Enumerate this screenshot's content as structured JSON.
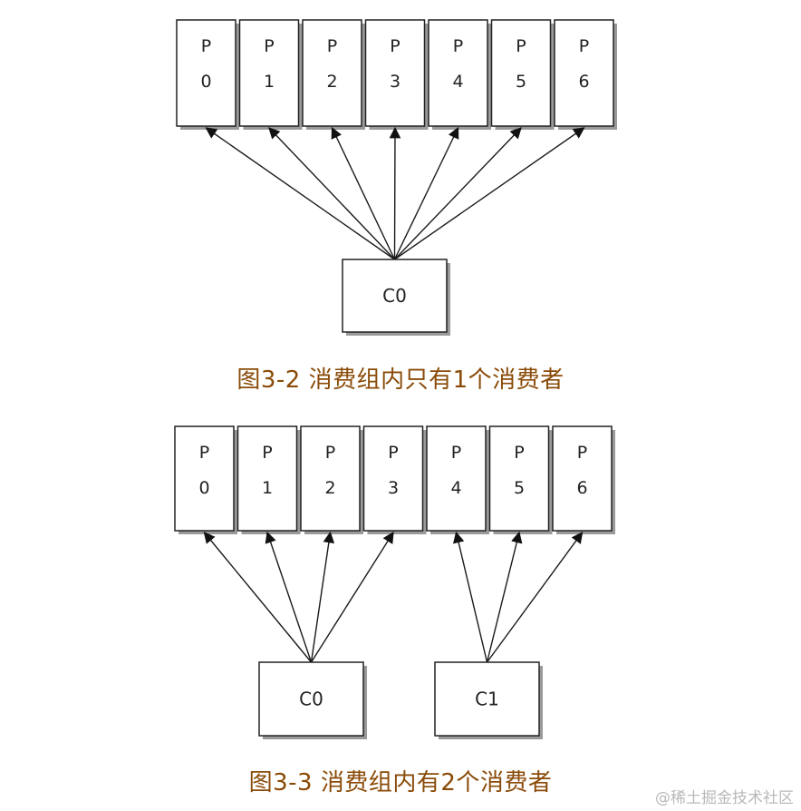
{
  "figure1": {
    "partitions": [
      {
        "top": "P",
        "bottom": "0"
      },
      {
        "top": "P",
        "bottom": "1"
      },
      {
        "top": "P",
        "bottom": "2"
      },
      {
        "top": "P",
        "bottom": "3"
      },
      {
        "top": "P",
        "bottom": "4"
      },
      {
        "top": "P",
        "bottom": "5"
      },
      {
        "top": "P",
        "bottom": "6"
      }
    ],
    "consumers": [
      "C0"
    ],
    "assignment": [
      [
        0,
        1,
        2,
        3,
        4,
        5,
        6
      ]
    ],
    "caption": "图3-2 消费组内只有1个消费者"
  },
  "figure2": {
    "partitions": [
      {
        "top": "P",
        "bottom": "0"
      },
      {
        "top": "P",
        "bottom": "1"
      },
      {
        "top": "P",
        "bottom": "2"
      },
      {
        "top": "P",
        "bottom": "3"
      },
      {
        "top": "P",
        "bottom": "4"
      },
      {
        "top": "P",
        "bottom": "5"
      },
      {
        "top": "P",
        "bottom": "6"
      }
    ],
    "consumers": [
      "C0",
      "C1"
    ],
    "assignment": [
      [
        0,
        1,
        2,
        3
      ],
      [
        4,
        5,
        6
      ]
    ],
    "caption": "图3-3 消费组内有2个消费者"
  },
  "watermark": "@稀土掘金技术社区",
  "colors": {
    "caption": "#8a4b08",
    "stroke": "#222222",
    "watermark": "#b9b9b9"
  }
}
